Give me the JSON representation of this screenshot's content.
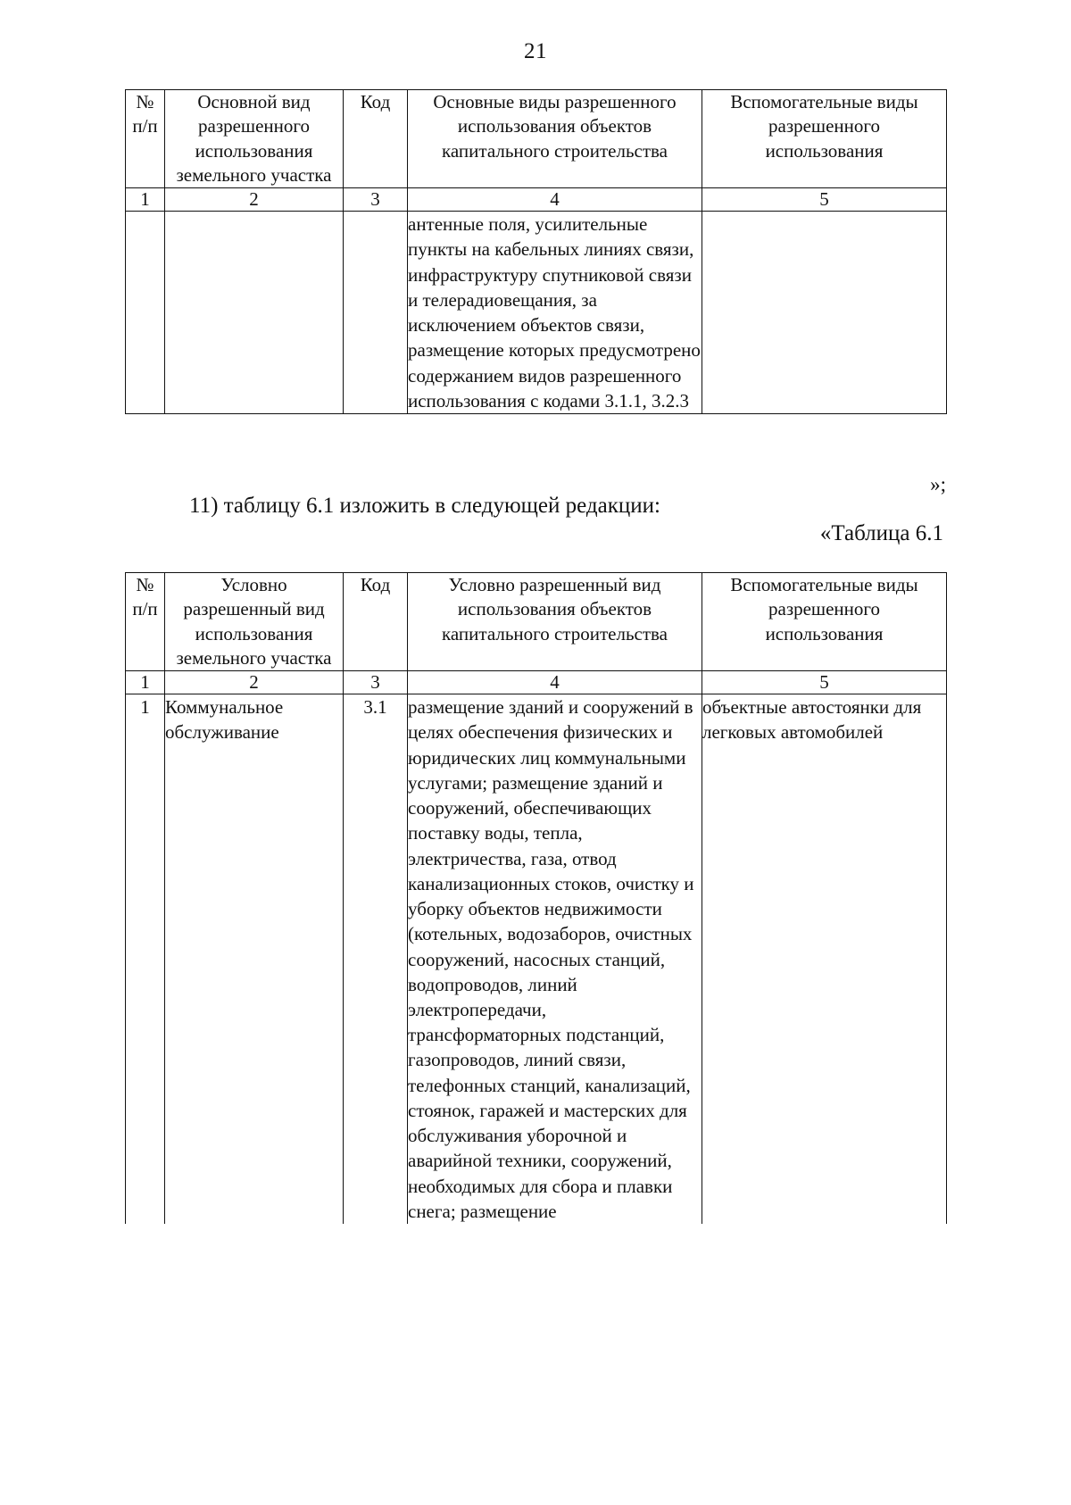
{
  "document": {
    "page_number": "21"
  },
  "table_one": {
    "headers": [
      "№\nп/п",
      "Основной вид разрешенного использования земельного участка",
      "Код",
      "Основные виды разрешенного использования объектов капитального строительства",
      "Вспомогательные виды разрешенного использования"
    ],
    "header_lines": {
      "col1": [
        "№",
        "п/п"
      ],
      "col2": [
        "Основной вид",
        "разрешенного",
        "использования",
        "земельного участка"
      ],
      "col3": [
        "Код"
      ],
      "col4": [
        "Основные виды разрешенного",
        "использования объектов",
        "капитального строительства"
      ],
      "col5": [
        "Вспомогательные виды",
        "разрешенного",
        "использования"
      ]
    },
    "number_row": [
      "1",
      "2",
      "3",
      "4",
      "5"
    ],
    "rows": [
      {
        "col1": "",
        "col2": "",
        "col3": "",
        "col4": "антенные поля, усилительные пункты на кабельных линиях связи, инфраструктуру спутниковой связи и телерадиовещания, за исключением объектов связи, размещение которых предусмотрено содержанием видов разрешенного использования с кодами 3.1.1, 3.2.3",
        "col5": ""
      }
    ]
  },
  "closing_quote": "»;",
  "clause": "11) таблицу 6.1 изложить в следующей редакции:",
  "table_caption": "«Таблица 6.1",
  "table_two": {
    "header_lines": {
      "col1": [
        "№",
        "п/п"
      ],
      "col2": [
        "Условно",
        "разрешенный вид",
        "использования",
        "земельного участка"
      ],
      "col3": [
        "Код"
      ],
      "col4": [
        "Условно разрешенный вид",
        "использования объектов",
        "капитального строительства"
      ],
      "col5": [
        "Вспомогательные виды",
        "разрешенного",
        "использования"
      ]
    },
    "number_row": [
      "1",
      "2",
      "3",
      "4",
      "5"
    ],
    "rows": [
      {
        "col1": "1",
        "col2": "Коммунальное обслуживание",
        "col3": "3.1",
        "col4": "размещение зданий и сооружений в целях обеспечения физических и юридических лиц коммунальными услугами; размещение зданий и сооружений, обеспечивающих поставку воды, тепла, электричества, газа, отвод канализационных стоков, очистку и уборку объектов недвижимости (котельных, водозаборов, очистных сооружений, насосных станций, водопроводов, линий электропередачи, трансформаторных подстанций, газопроводов, линий связи, телефонных станций, канализаций, стоянок, гаражей и мастерских для обслуживания уборочной и аварийной техники, сооружений, необходимых для сбора и плавки снега; размещение",
        "col5": "объектные автостоянки для легковых автомобилей"
      }
    ]
  }
}
